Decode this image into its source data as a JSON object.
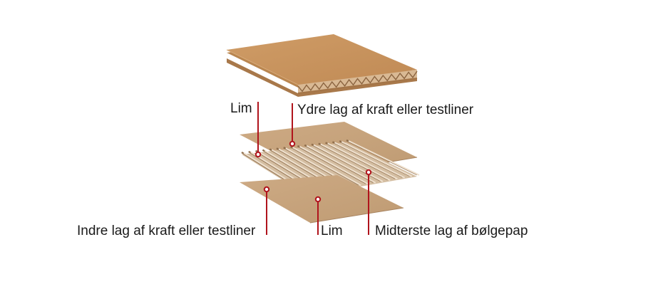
{
  "labels": {
    "glue_top": "Lim",
    "outer_layer": "Ydre lag af kraft eller testliner",
    "inner_layer": "Indre lag af kraft eller testliner",
    "glue_bottom": "Lim",
    "middle_layer": "Midterste lag af bølgepap"
  },
  "colors": {
    "board": "#c4915e",
    "liner": "#c7a27a",
    "flute": "#b48f68",
    "callout": "#b0141c",
    "text": "#1a1a1a"
  }
}
